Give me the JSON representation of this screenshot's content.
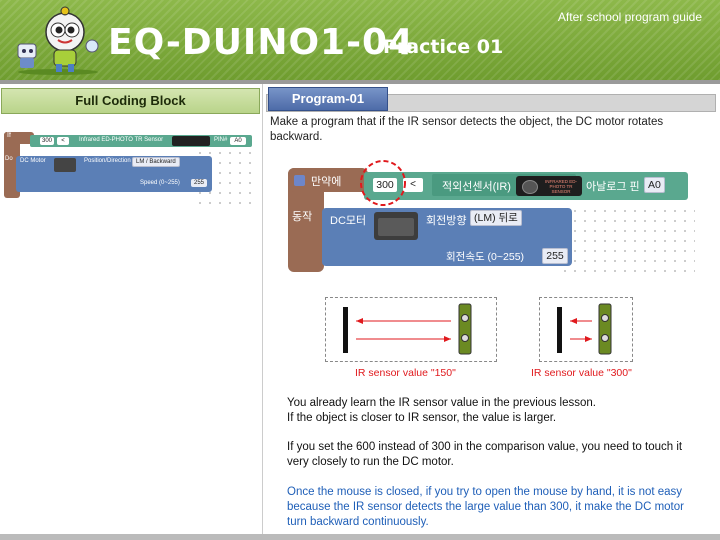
{
  "header": {
    "title": "EQ-DUINO1-04",
    "subtitle": "Practice 01",
    "guide": "After school program guide"
  },
  "left_panel": {
    "heading": "Full Coding Block",
    "block": {
      "if_label": "If",
      "value": "300",
      "operator": "<",
      "sensor": "Infrared ED-PHOTO TR Sensor",
      "pin_label": "PIN#",
      "pin": "A0",
      "do_label": "Do",
      "motor": "DC Motor",
      "direction_label": "Position/Direction",
      "direction": "LM / Backward",
      "speed_label": "Speed (0~255)",
      "speed": "255"
    }
  },
  "program": {
    "tab": "Program-01",
    "description": "Make a program that if the IR sensor detects the object, the DC motor rotates backward.",
    "block": {
      "if_label": "만약에",
      "value": "300",
      "operator": "<",
      "sensor": "적외선센서(IR)",
      "sensor_chip": "INFRARED ED-PHOTO TR SENSOR",
      "pin_label": "아날로그 핀",
      "pin": "A0",
      "do_label": "동작",
      "motor": "DC모터",
      "direction_label": "회전방향",
      "direction": "(LM) 뒤로",
      "speed_label": "회전속도 (0~255)",
      "speed": "255"
    }
  },
  "illustrations": [
    {
      "caption": "IR sensor value \"150\""
    },
    {
      "caption": "IR sensor value \"300\""
    }
  ],
  "paragraphs": [
    "You already learn the IR sensor value in the previous lesson.",
    "If the object is closer to IR sensor, the value is larger.",
    "If you set the 600 instead of 300 in the comparison value, you need to touch it very closely to run the DC motor.",
    "Once the mouse is closed, if you try to open the mouse by hand, it is not easy because the IR sensor detects the large value  than 300, it make the DC motor turn backward continuously."
  ],
  "colors": {
    "banner": "#7aa83a",
    "block_brown": "#9a6b54",
    "block_teal": "#5aa88f",
    "block_blue": "#5b7fb6",
    "caption_red": "#e0191d",
    "highlight_blue": "#1f5fb8"
  }
}
